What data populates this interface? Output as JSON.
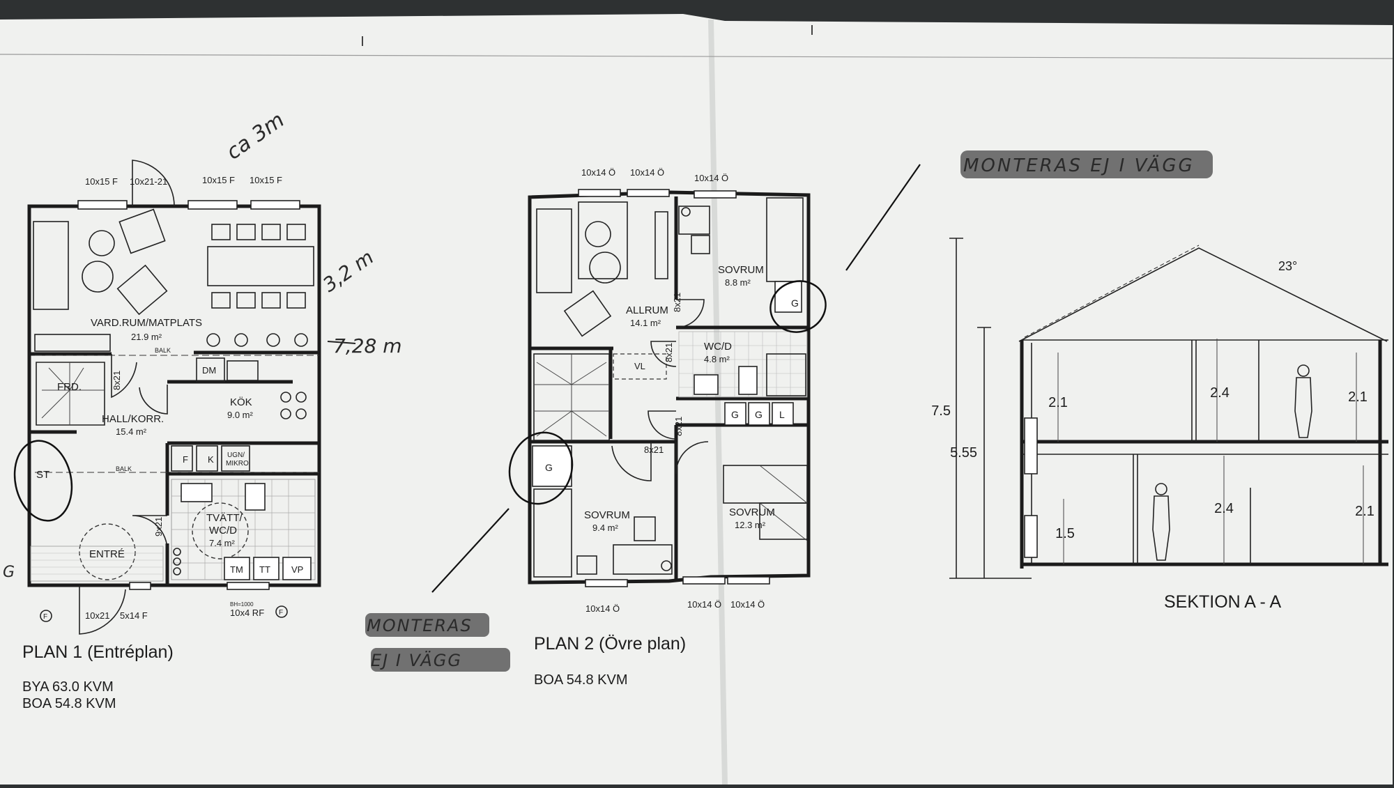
{
  "plan1": {
    "title": "PLAN 1 (Entréplan)",
    "bya": "BYA 63.0 KVM",
    "boa": "BOA 54.8 KVM",
    "top_labels": [
      "10x15 F",
      "10x21-21",
      "10x15 F",
      "10x15 F"
    ],
    "bottom_labels": [
      "10x21",
      "5x14 F",
      "BH=1000",
      "10x4 RF"
    ],
    "rooms": {
      "vardrum": "VARD.RUM/MATPLATS",
      "vardrum_area": "21.9 m²",
      "kok": "KÖK",
      "kok_area": "9.0 m²",
      "hall": "HALL/KORR.",
      "hall_area": "15.4 m²",
      "tvatt": "TVÄTT/",
      "tvatt2": "WC/D",
      "tvatt_area": "7.4 m²",
      "entre": "ENTRÉ",
      "frd": "FRD.",
      "st": "ST"
    },
    "fixtures": [
      "DM",
      "F",
      "K",
      "UGN/",
      "MIKRO",
      "TM",
      "TT",
      "VP",
      "8x21",
      "9x21",
      "BALK",
      "BALK",
      "F",
      "F"
    ],
    "handwritten": [
      "ca 3m",
      "3,2 m",
      "7,28 m"
    ]
  },
  "plan2": {
    "title": "PLAN 2 (Övre plan)",
    "boa": "BOA 54.8 KVM",
    "top_labels": [
      "10x14 Ö",
      "10x14 Ö",
      "10x14 Ö"
    ],
    "bottom_labels": [
      "10x14 Ö",
      "10x14 Ö",
      "10x14 Ö"
    ],
    "rooms": {
      "allrum": "ALLRUM",
      "allrum_area": "14.1 m²",
      "sovrum1": "SOVRUM",
      "sovrum1_area": "8.8 m²",
      "wcd": "WC/D",
      "wcd_area": "4.8 m²",
      "sovrum2": "SOVRUM",
      "sovrum2_area": "9.4 m²",
      "sovrum3": "SOVRUM",
      "sovrum3_area": "12.3 m²",
      "vl": "VL"
    },
    "fixtures": [
      "8x21",
      "8x21",
      "8x21",
      "8x21",
      "G",
      "G",
      "L",
      "G",
      "G"
    ]
  },
  "section": {
    "title": "SEKTION A - A",
    "roof_angle": "23°",
    "dims": [
      "7.5",
      "5.55",
      "2.1",
      "2.4",
      "2.1",
      "1.5",
      "2.4",
      "2.1"
    ]
  },
  "annotations": {
    "monteras_top": "MONTERAS EJ I VÄGG",
    "monteras_bottom_1": "MONTERAS",
    "monteras_bottom_2": "EJ I VÄGG",
    "edge_mark": "G"
  }
}
